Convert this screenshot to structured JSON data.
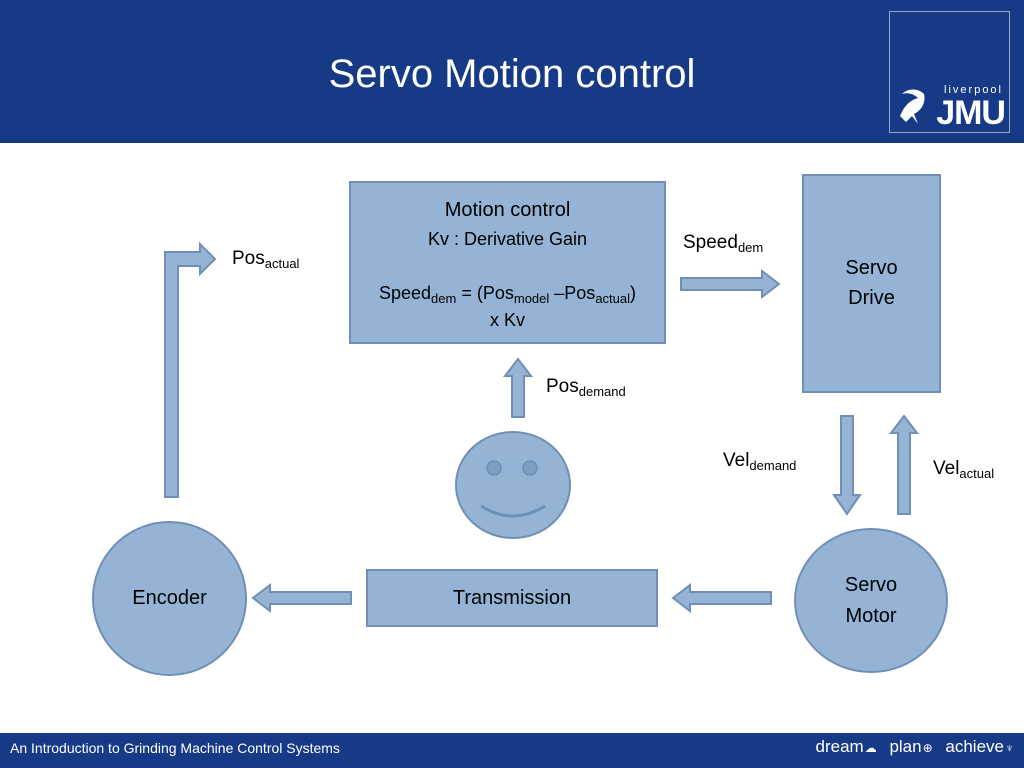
{
  "slide": {
    "title": "Servo Motion control",
    "footer": "An Introduction to Grinding Machine Control Systems"
  },
  "logo": {
    "small": "liverpool",
    "big": "JMU"
  },
  "tagline": {
    "dream": "dream",
    "plan": "plan",
    "achieve": "achieve"
  },
  "diagram": {
    "motion_box": {
      "title": "Motion control",
      "subtitle": "Kv : Derivative Gain",
      "eq_speed": "Speed",
      "eq_speed_sub": "dem",
      "eq_mid": " = (Pos",
      "eq_model_sub": "model",
      "eq_dash": " –Pos",
      "eq_actual_sub": "actual",
      "eq_close": ")",
      "eq_line2": "x Kv"
    },
    "servo_drive": {
      "line1": "Servo",
      "line2": "Drive"
    },
    "servo_motor": {
      "line1": "Servo",
      "line2": "Motor"
    },
    "encoder": "Encoder",
    "transmission": "Transmission",
    "labels": {
      "pos_actual": {
        "main": "Pos",
        "sub": "actual"
      },
      "speed_dem": {
        "main": "Speed",
        "sub": "dem"
      },
      "pos_demand": {
        "main": "Pos",
        "sub": "demand"
      },
      "vel_demand": {
        "main": "Vel",
        "sub": "demand"
      },
      "vel_actual": {
        "main": "Vel",
        "sub": "actual"
      }
    }
  },
  "colors": {
    "header": "#163a86",
    "shape_fill": "#95b4d5",
    "shape_border": "#6f8fb6"
  }
}
